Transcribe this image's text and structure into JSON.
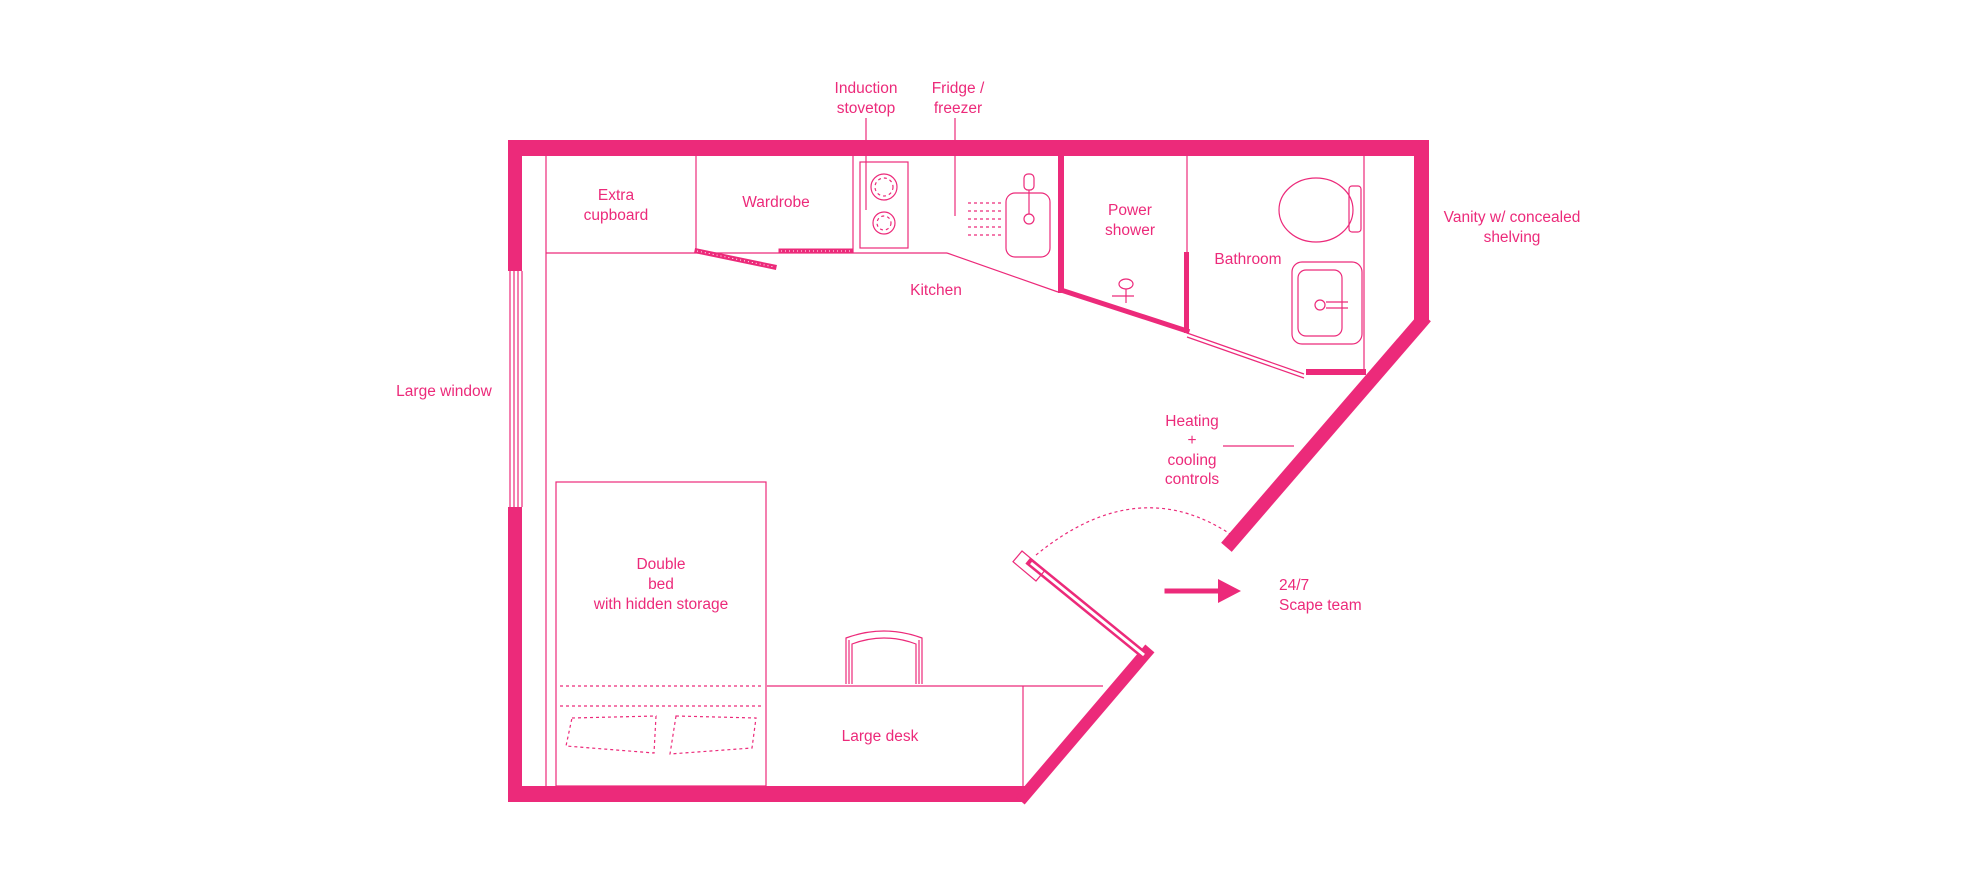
{
  "colors": {
    "accent": "#ec2a7a",
    "background": "#ffffff"
  },
  "labels": {
    "induction_line1": "Induction",
    "induction_line2": "stovetop",
    "fridge_line1": "Fridge /",
    "fridge_line2": "freezer",
    "extra_line1": "Extra",
    "extra_line2": "cupboard",
    "wardrobe": "Wardrobe",
    "shower_line1": "Power",
    "shower_line2": "shower",
    "bathroom": "Bathroom",
    "vanity_line1": "Vanity w/ concealed",
    "vanity_line2": "shelving",
    "kitchen": "Kitchen",
    "window": "Large window",
    "heating_line1": "Heating",
    "heating_line2": "+",
    "heating_line3": "cooling",
    "heating_line4": "controls",
    "bed_line1": "Double",
    "bed_line2": "bed",
    "bed_line3": "with hidden storage",
    "desk": "Large desk",
    "team_line1": "24/7",
    "team_line2": "Scape team"
  },
  "icons": [
    "arrow-right-icon",
    "toilet-icon",
    "sink-icon",
    "shower-tap-icon",
    "stovetop-icon",
    "kitchen-sink-icon",
    "chair-icon",
    "pillow-icon",
    "door-icon"
  ]
}
